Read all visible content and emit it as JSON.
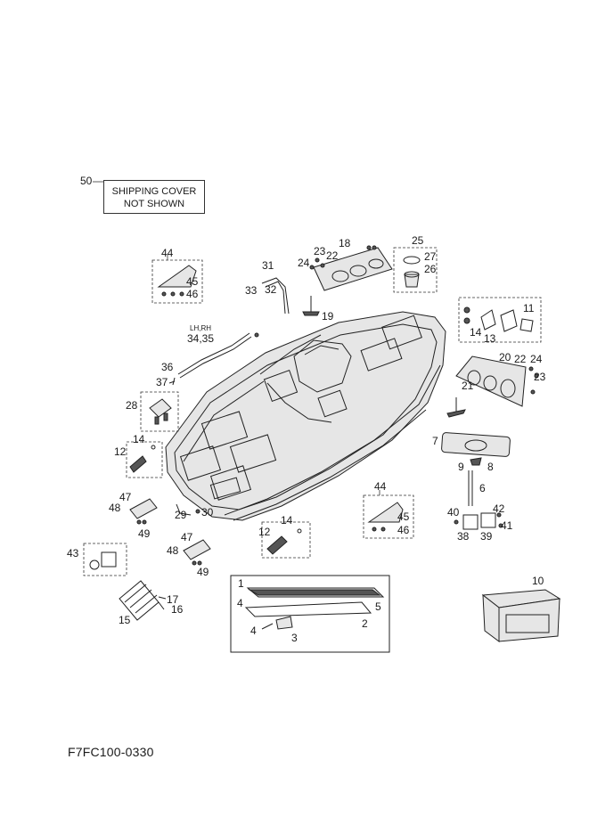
{
  "note": {
    "number": "50",
    "line1": "SHIPPING COVER",
    "line2": "NOT SHOWN"
  },
  "callouts": [
    {
      "id": "44a",
      "text": "44"
    },
    {
      "id": "45a",
      "text": "45"
    },
    {
      "id": "46a",
      "text": "46"
    },
    {
      "id": "31",
      "text": "31"
    },
    {
      "id": "32",
      "text": "32"
    },
    {
      "id": "33",
      "text": "33"
    },
    {
      "id": "23a",
      "text": "23"
    },
    {
      "id": "24a",
      "text": "24"
    },
    {
      "id": "22a",
      "text": "22"
    },
    {
      "id": "18",
      "text": "18"
    },
    {
      "id": "25",
      "text": "25"
    },
    {
      "id": "27",
      "text": "27"
    },
    {
      "id": "26",
      "text": "26"
    },
    {
      "id": "19",
      "text": "19"
    },
    {
      "id": "11",
      "text": "11"
    },
    {
      "id": "14a",
      "text": "14"
    },
    {
      "id": "13",
      "text": "13"
    },
    {
      "id": "20",
      "text": "20"
    },
    {
      "id": "22b",
      "text": "22"
    },
    {
      "id": "24b",
      "text": "24"
    },
    {
      "id": "23b",
      "text": "23"
    },
    {
      "id": "21",
      "text": "21"
    },
    {
      "id": "lhrh",
      "text": "LH,RH"
    },
    {
      "id": "3435",
      "text": "34,35"
    },
    {
      "id": "36",
      "text": "36"
    },
    {
      "id": "37",
      "text": "37"
    },
    {
      "id": "28",
      "text": "28"
    },
    {
      "id": "14b",
      "text": "14"
    },
    {
      "id": "12a",
      "text": "12"
    },
    {
      "id": "7",
      "text": "7"
    },
    {
      "id": "9",
      "text": "9"
    },
    {
      "id": "8",
      "text": "8"
    },
    {
      "id": "6",
      "text": "6"
    },
    {
      "id": "47a",
      "text": "47"
    },
    {
      "id": "48a",
      "text": "48"
    },
    {
      "id": "49a",
      "text": "49"
    },
    {
      "id": "29",
      "text": "29"
    },
    {
      "id": "30",
      "text": "30"
    },
    {
      "id": "44b",
      "text": "44"
    },
    {
      "id": "45b",
      "text": "45"
    },
    {
      "id": "46b",
      "text": "46"
    },
    {
      "id": "40",
      "text": "40"
    },
    {
      "id": "42",
      "text": "42"
    },
    {
      "id": "41",
      "text": "41"
    },
    {
      "id": "38",
      "text": "38"
    },
    {
      "id": "39",
      "text": "39"
    },
    {
      "id": "14c",
      "text": "14"
    },
    {
      "id": "12b",
      "text": "12"
    },
    {
      "id": "47b",
      "text": "47"
    },
    {
      "id": "48b",
      "text": "48"
    },
    {
      "id": "49b",
      "text": "49"
    },
    {
      "id": "43",
      "text": "43"
    },
    {
      "id": "10",
      "text": "10"
    },
    {
      "id": "1",
      "text": "1"
    },
    {
      "id": "4a",
      "text": "4"
    },
    {
      "id": "5",
      "text": "5"
    },
    {
      "id": "2",
      "text": "2"
    },
    {
      "id": "4b",
      "text": "4"
    },
    {
      "id": "3",
      "text": "3"
    },
    {
      "id": "17",
      "text": "17"
    },
    {
      "id": "16",
      "text": "16"
    },
    {
      "id": "15",
      "text": "15"
    }
  ],
  "document_code": "F7FC100-0330"
}
